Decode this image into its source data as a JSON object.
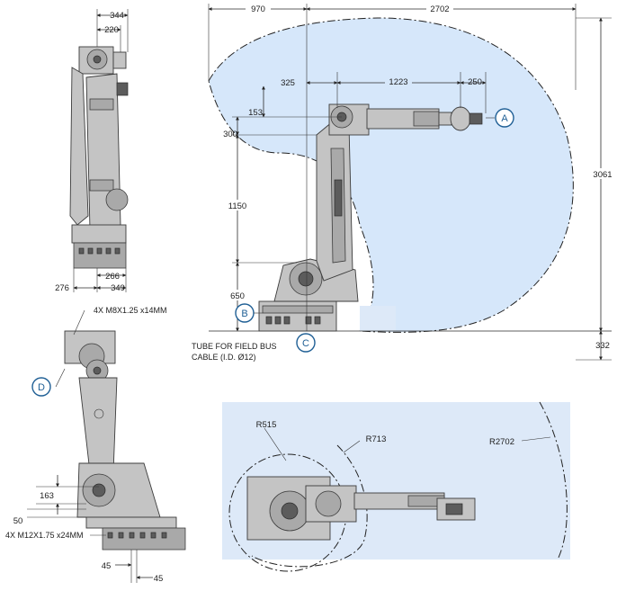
{
  "dims": {
    "side": {
      "d344": "344",
      "d220": "220",
      "d266": "266",
      "d276": "276",
      "d349": "349"
    },
    "front": {
      "d970": "970",
      "d2702": "2702",
      "d325": "325",
      "d1223": "1223",
      "d250": "250",
      "d153": "153",
      "d300": "300",
      "d1150": "1150",
      "d650": "650",
      "d3061": "3061",
      "d332": "332"
    },
    "back": {
      "d163": "163",
      "d50": "50",
      "d45a": "45",
      "d45b": "45"
    },
    "top": {
      "r515": "R515",
      "r713": "R713",
      "r2702": "R2702"
    }
  },
  "callouts": {
    "a": "A",
    "b": "B",
    "c": "C",
    "d": "D"
  },
  "notes": {
    "bolts_top": "4X M8X1.25 x14MM",
    "bolts_base": "4X M12X1.75 x24MM",
    "tube_line1": "TUBE FOR FIELD BUS",
    "tube_line2": "CABLE (I.D. Ø12)"
  }
}
